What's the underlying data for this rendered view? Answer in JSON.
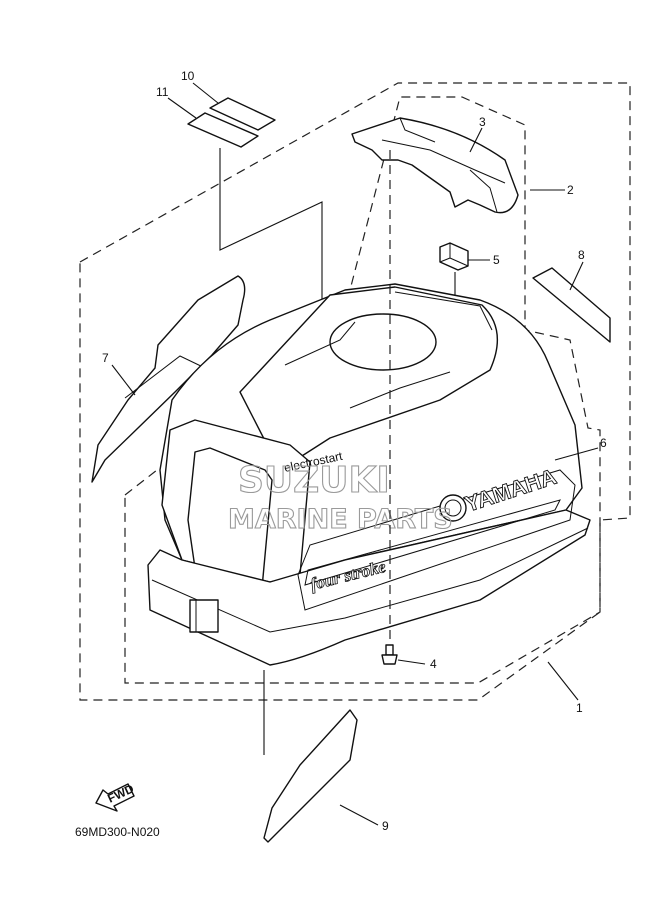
{
  "diagram": {
    "callouts": [
      "1",
      "2",
      "3",
      "4",
      "5",
      "6",
      "7",
      "8",
      "9",
      "10",
      "11"
    ],
    "fwd_label": "FWD",
    "drawing_code": "69MD300-N020",
    "decals": {
      "brand": "YAMAHA",
      "stroke": "four stroke",
      "small_text": "electrostart"
    },
    "watermark": {
      "line1": "SUZUKI",
      "line2": "MARINE PARTS"
    }
  }
}
